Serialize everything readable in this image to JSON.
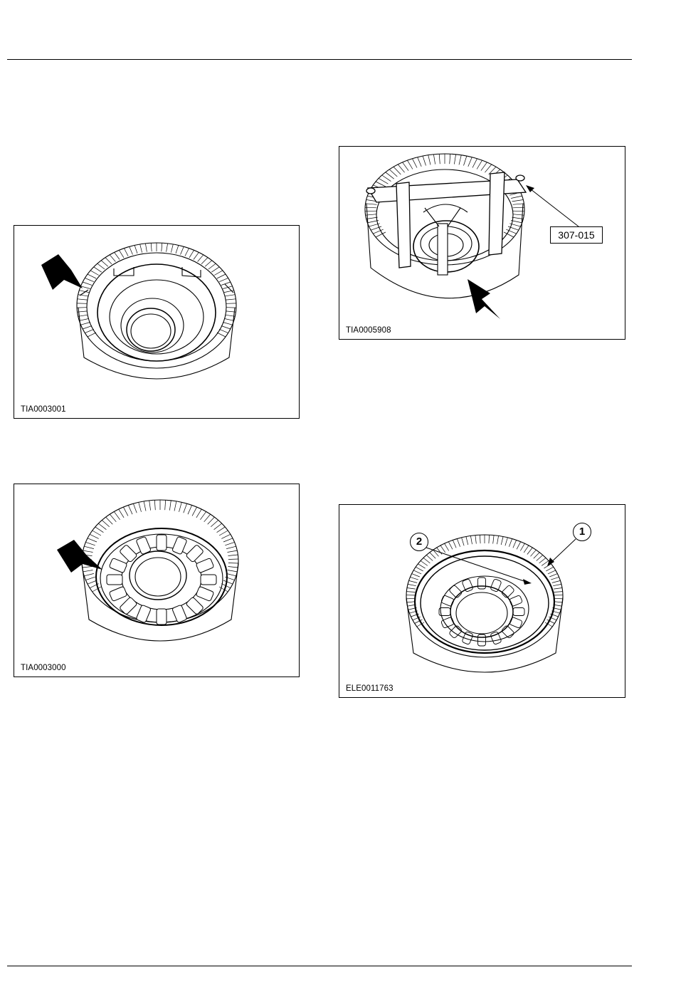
{
  "figures": [
    {
      "id": "fig1",
      "caption": "TIA0003001"
    },
    {
      "id": "fig2",
      "caption": "TIA0003000"
    },
    {
      "id": "fig3",
      "caption": "TIA0005908",
      "tool_label": "307-015"
    },
    {
      "id": "fig4",
      "caption": "ELE0011763",
      "callouts": [
        "1",
        "2"
      ]
    }
  ]
}
